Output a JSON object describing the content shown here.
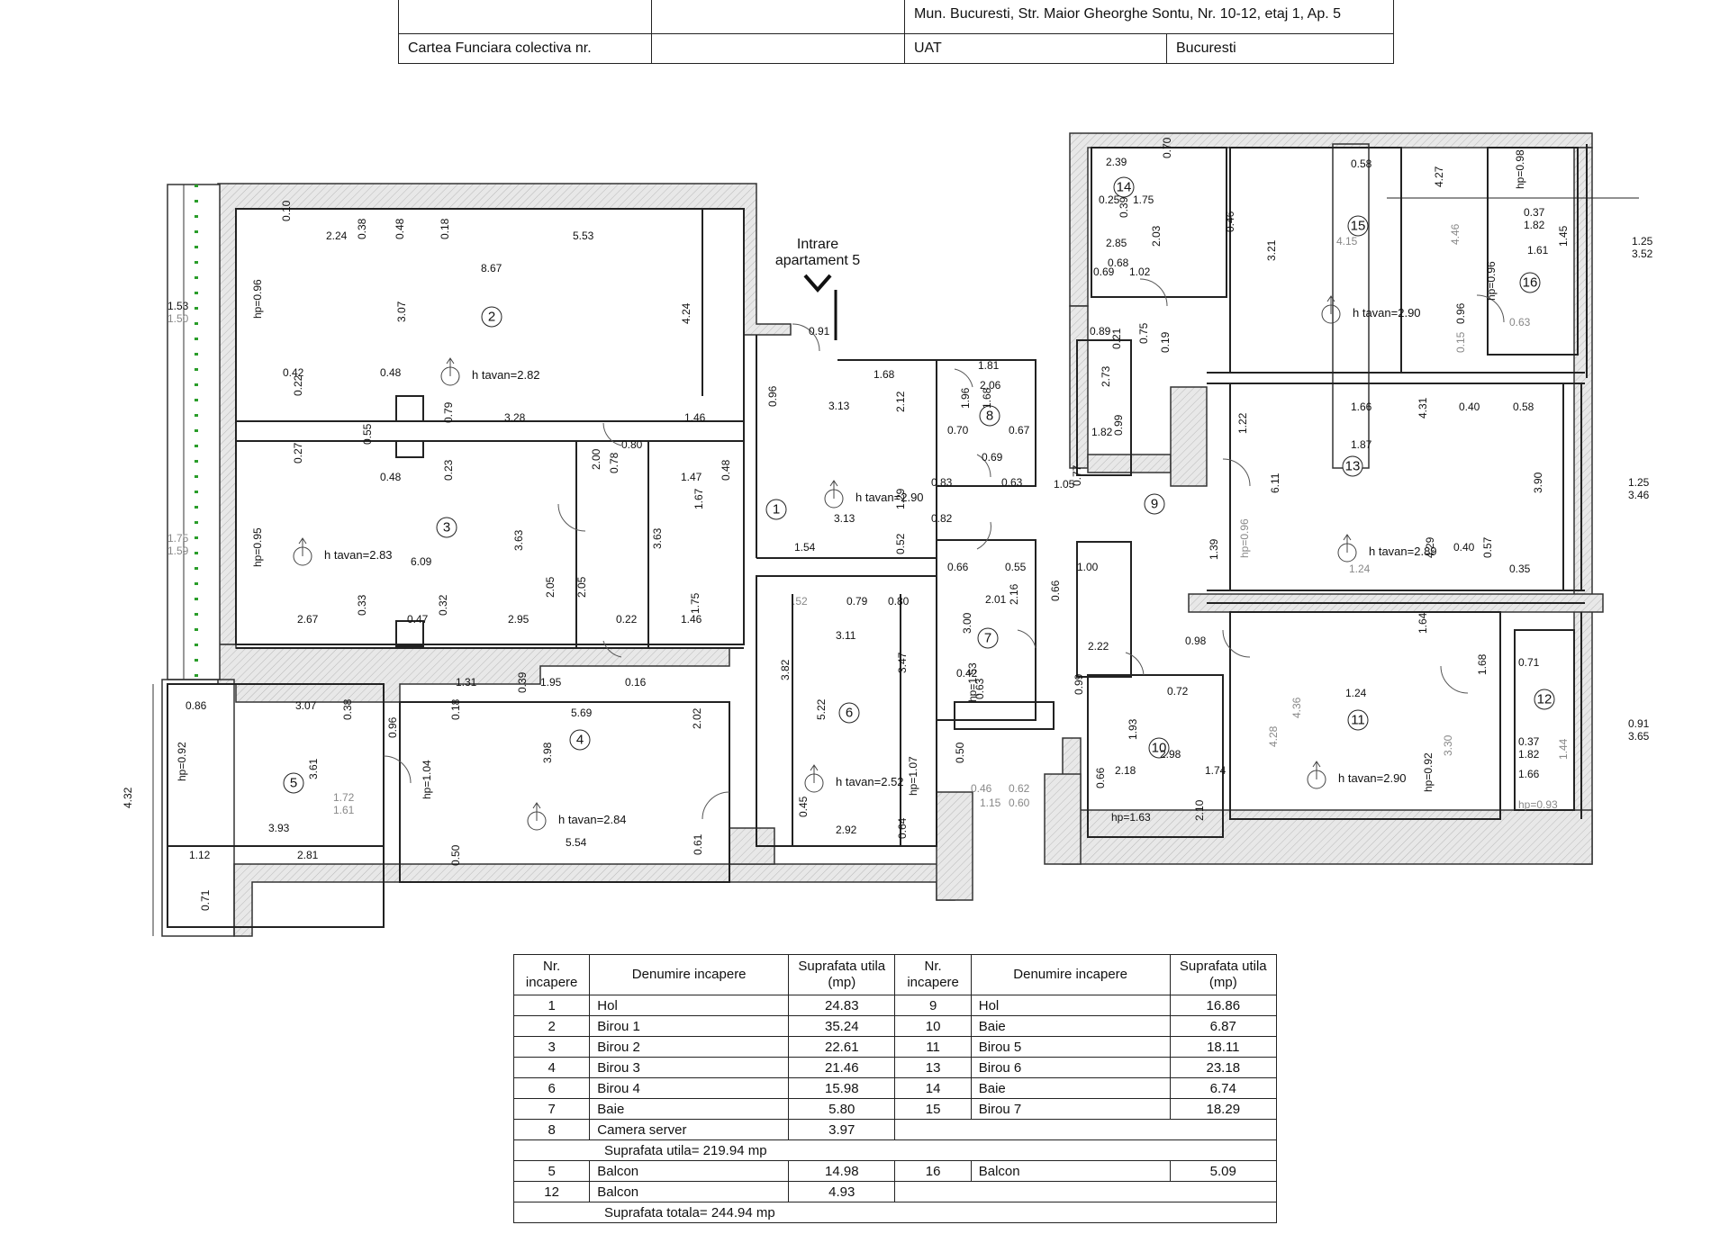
{
  "header_table": {
    "address": "Mun. Bucuresti, Str. Maior Gheorghe Sontu, Nr. 10-12, etaj 1, Ap. 5",
    "cf_label": "Cartea Funciara colectiva nr.",
    "uat_label": "UAT",
    "uat_value": "Bucuresti"
  },
  "plan": {
    "entrance_line1": "Intrare",
    "entrance_line2": "apartament 5",
    "rooms": [
      {
        "n": "1"
      },
      {
        "n": "2"
      },
      {
        "n": "3"
      },
      {
        "n": "4"
      },
      {
        "n": "5"
      },
      {
        "n": "6"
      },
      {
        "n": "7"
      },
      {
        "n": "8"
      },
      {
        "n": "9"
      },
      {
        "n": "10"
      },
      {
        "n": "11"
      },
      {
        "n": "12"
      },
      {
        "n": "13"
      },
      {
        "n": "14"
      },
      {
        "n": "15"
      },
      {
        "n": "16"
      }
    ],
    "ceiling_labels": [
      "h tavan=2.82",
      "h tavan=2.83",
      "h tavan=2.84",
      "h tavan=2.90",
      "h tavan=2.52",
      "h tavan=2.90",
      "h tavan=2.89",
      "h tavan=2.90"
    ],
    "dimensions": [
      "0.10",
      "2.24",
      "0.38",
      "0.48",
      "0.18",
      "5.53",
      "8.67",
      "3.07",
      "4.24",
      "hp=0.96",
      "0.42",
      "0.22",
      "0.48",
      "3.28",
      "1.46",
      "0.79",
      "0.55",
      "0.27",
      "0.48",
      "0.23",
      "6.09",
      "3.63",
      "hp=0.95",
      "2.67",
      "0.33",
      "0.47",
      "0.32",
      "2.95",
      "2.05",
      "0.80",
      "2.00",
      "0.78",
      "0.91",
      "1.68",
      "3.13",
      "2.12",
      "0.96",
      "1.47",
      "0.48",
      "1.67",
      "3.13",
      "1.29",
      "1.54",
      "0.52",
      "0.82",
      "3.63",
      "2.05",
      "0.22",
      "1.75",
      "1.46",
      "1.31",
      "1.95",
      "0.39",
      "0.16",
      "5.69",
      "3.98",
      "2.02",
      "0.86",
      "3.07",
      "0.38",
      "0.96",
      "0.18",
      "3.61",
      "1.72",
      "1.61",
      "3.93",
      "1.12",
      "2.81",
      "0.71",
      "hp=0.92",
      "hp=1.04",
      "5.54",
      "0.50",
      "0.61",
      "4.32",
      "1.53",
      "1.50",
      "1.75",
      "1.59",
      ".52",
      "0.79",
      "0.80",
      "3.11",
      "3.82",
      "5.22",
      "3.47",
      "0.45",
      "2.92",
      "0.64",
      "hp=1.07",
      "1.81",
      "2.06",
      "1.96",
      "1.68",
      "0.70",
      "0.69",
      "0.67",
      "0.83",
      "0.63",
      "0.66",
      "0.55",
      "2.01",
      "2.16",
      "3.00",
      "0.42",
      "hp=1.53",
      "0.63",
      "0.50",
      "0.46",
      "1.15",
      "0.62",
      "0.60",
      "2.39",
      "0.70",
      "0.25",
      "1.75",
      "0.39",
      "2.85",
      "2.03",
      "0.69",
      "1.02",
      "0.68",
      "0.89",
      "0.21",
      "0.75",
      "0.19",
      "2.73",
      "1.82",
      "0.99",
      "1.39",
      "1.05",
      "0.77",
      "1.00",
      "0.66",
      "2.22",
      "0.98",
      "0.72",
      "0.99",
      "1.93",
      "2.98",
      "2.18",
      "1.74",
      "0.66",
      "hp=1.63",
      "2.10",
      "0.58",
      "4.27",
      "0.46",
      "3.21",
      "4.15",
      "4.46",
      "hp=0.98",
      "0.37",
      "1.82",
      "1.61",
      "1.45",
      "hp=0.96",
      "0.96",
      "0.15",
      "0.63",
      "1.25",
      "3.52",
      "1.66",
      "4.31",
      "0.40",
      "0.58",
      "1.22",
      "1.87",
      "6.11",
      "3.90",
      "hp=0.96",
      "1.24",
      "4.29",
      "0.40",
      "0.57",
      "0.35",
      "1.25",
      "3.46",
      "1.64",
      "0.71",
      "1.24",
      "4.36",
      "4.28",
      "3.30",
      "hp=0.92",
      "0.37",
      "1.82",
      "1.66",
      "1.44",
      "hp=0.93",
      "0.91",
      "3.65",
      "1.68",
      "0.96"
    ]
  },
  "table": {
    "headers": {
      "nr": "Nr. incapere",
      "den": "Denumire incapere",
      "sup": "Suprafata utila (mp)"
    },
    "rows_left": [
      {
        "nr": "1",
        "name": "Hol",
        "area": "24.83"
      },
      {
        "nr": "2",
        "name": "Birou 1",
        "area": "35.24"
      },
      {
        "nr": "3",
        "name": "Birou 2",
        "area": "22.61"
      },
      {
        "nr": "4",
        "name": "Birou 3",
        "area": "21.46"
      },
      {
        "nr": "6",
        "name": "Birou 4",
        "area": "15.98"
      },
      {
        "nr": "7",
        "name": "Baie",
        "area": "5.80"
      },
      {
        "nr": "8",
        "name": "Camera server",
        "area": "3.97"
      }
    ],
    "rows_right": [
      {
        "nr": "9",
        "name": "Hol",
        "area": "16.86"
      },
      {
        "nr": "10",
        "name": "Baie",
        "area": "6.87"
      },
      {
        "nr": "11",
        "name": "Birou 5",
        "area": "18.11"
      },
      {
        "nr": "13",
        "name": "Birou 6",
        "area": "23.18"
      },
      {
        "nr": "14",
        "name": "Baie",
        "area": "6.74"
      },
      {
        "nr": "15",
        "name": "Birou 7",
        "area": "18.29"
      }
    ],
    "useful_total": "Suprafata utila= 219.94 mp",
    "balconies_left": [
      {
        "nr": "5",
        "name": "Balcon",
        "area": "14.98"
      },
      {
        "nr": "12",
        "name": "Balcon",
        "area": "4.93"
      }
    ],
    "balconies_right": [
      {
        "nr": "16",
        "name": "Balcon",
        "area": "5.09"
      }
    ],
    "grand_total": "Suprafata totala= 244.94 mp"
  }
}
